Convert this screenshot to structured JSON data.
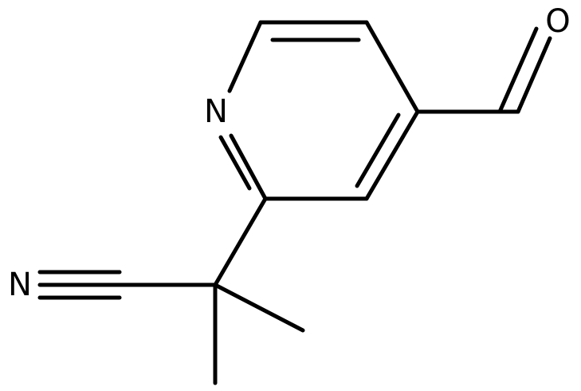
{
  "structure": {
    "atoms": {
      "pyridine_n": "N",
      "carbonyl_o": "O",
      "nitrile_n": "N"
    },
    "colors": {
      "bond": "#000000",
      "label": "#000000",
      "background": "#ffffff"
    }
  }
}
